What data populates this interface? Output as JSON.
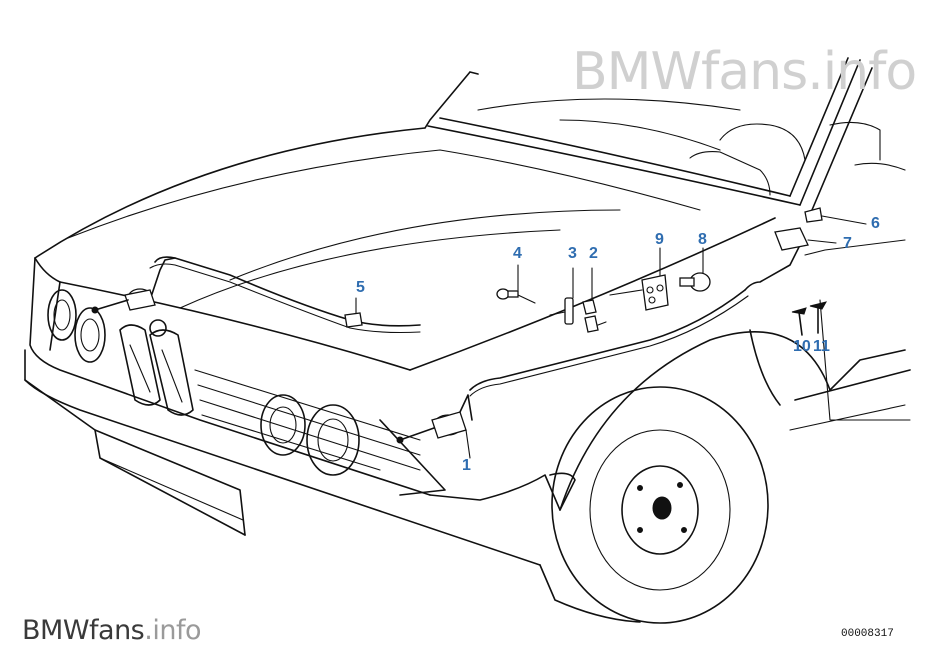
{
  "watermark": {
    "top_brand": "BMWfans",
    "top_suffix": ".info",
    "bottom_brand": "BMWfans",
    "bottom_suffix": ".info"
  },
  "diagram_number": "00008317",
  "callouts": [
    {
      "id": "1",
      "label": "1"
    },
    {
      "id": "2",
      "label": "2"
    },
    {
      "id": "3",
      "label": "3"
    },
    {
      "id": "4",
      "label": "4"
    },
    {
      "id": "5",
      "label": "5"
    },
    {
      "id": "6",
      "label": "6"
    },
    {
      "id": "7",
      "label": "7"
    },
    {
      "id": "8",
      "label": "8"
    },
    {
      "id": "9",
      "label": "9"
    },
    {
      "id": "10",
      "label": "10"
    },
    {
      "id": "11",
      "label": "11"
    }
  ],
  "colors": {
    "callout": "#2f6db0",
    "line": "#111111",
    "watermark_light": "#d0d0d0",
    "watermark_dark": "#3a3a3a"
  }
}
